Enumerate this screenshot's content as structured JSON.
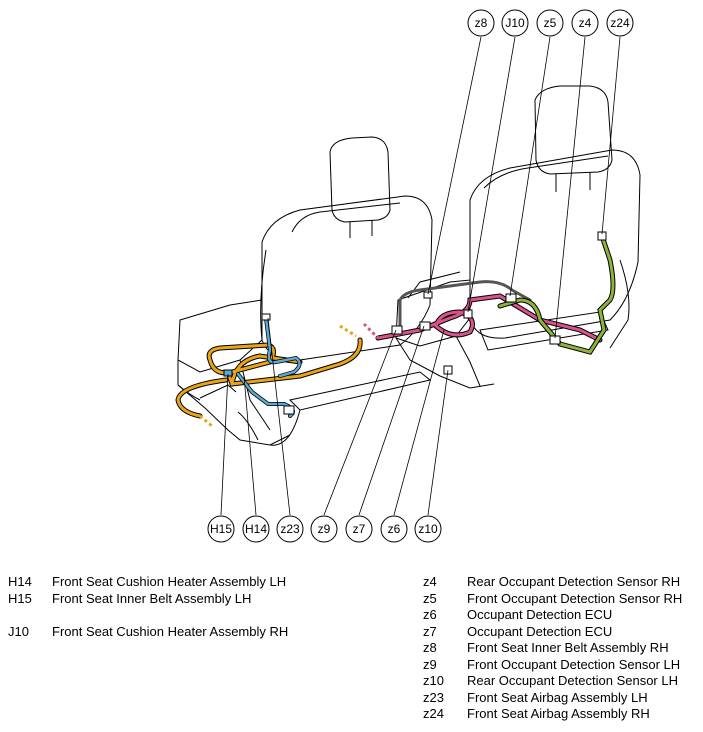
{
  "callouts_top": [
    {
      "code": "z8"
    },
    {
      "code": "J10"
    },
    {
      "code": "z5"
    },
    {
      "code": "z4"
    },
    {
      "code": "z24"
    }
  ],
  "callouts_bottom": [
    {
      "code": "H15"
    },
    {
      "code": "H14"
    },
    {
      "code": "z23"
    },
    {
      "code": "z9"
    },
    {
      "code": "z7"
    },
    {
      "code": "z6"
    },
    {
      "code": "z10"
    }
  ],
  "legend_left": [
    {
      "code": "H14",
      "desc": "Front Seat Cushion Heater Assembly LH"
    },
    {
      "code": "H15",
      "desc": "Front Seat Inner Belt Assembly LH"
    },
    {
      "code": "J10",
      "desc": "Front Seat Cushion Heater Assembly RH"
    }
  ],
  "legend_right": [
    {
      "code": "z4",
      "desc": "Rear Occupant Detection Sensor RH"
    },
    {
      "code": "z5",
      "desc": "Front Occupant Detection Sensor RH"
    },
    {
      "code": "z6",
      "desc": "Occupant Detection ECU"
    },
    {
      "code": "z7",
      "desc": "Occupant Detection ECU"
    },
    {
      "code": "z8",
      "desc": "Front Seat Inner Belt Assembly RH"
    },
    {
      "code": "z9",
      "desc": "Front Occupant Detection Sensor LH"
    },
    {
      "code": "z10",
      "desc": "Rear Occupant Detection Sensor LH"
    },
    {
      "code": "z23",
      "desc": "Front Seat Airbag Assembly LH"
    },
    {
      "code": "z24",
      "desc": "Front Seat Airbag Assembly RH"
    }
  ],
  "colors": {
    "orange_harness": "#e8a317",
    "blue_harness": "#5aa9d6",
    "pink_harness": "#d9538a",
    "green_harness": "#8cb33a",
    "gray_harness": "#555555"
  }
}
